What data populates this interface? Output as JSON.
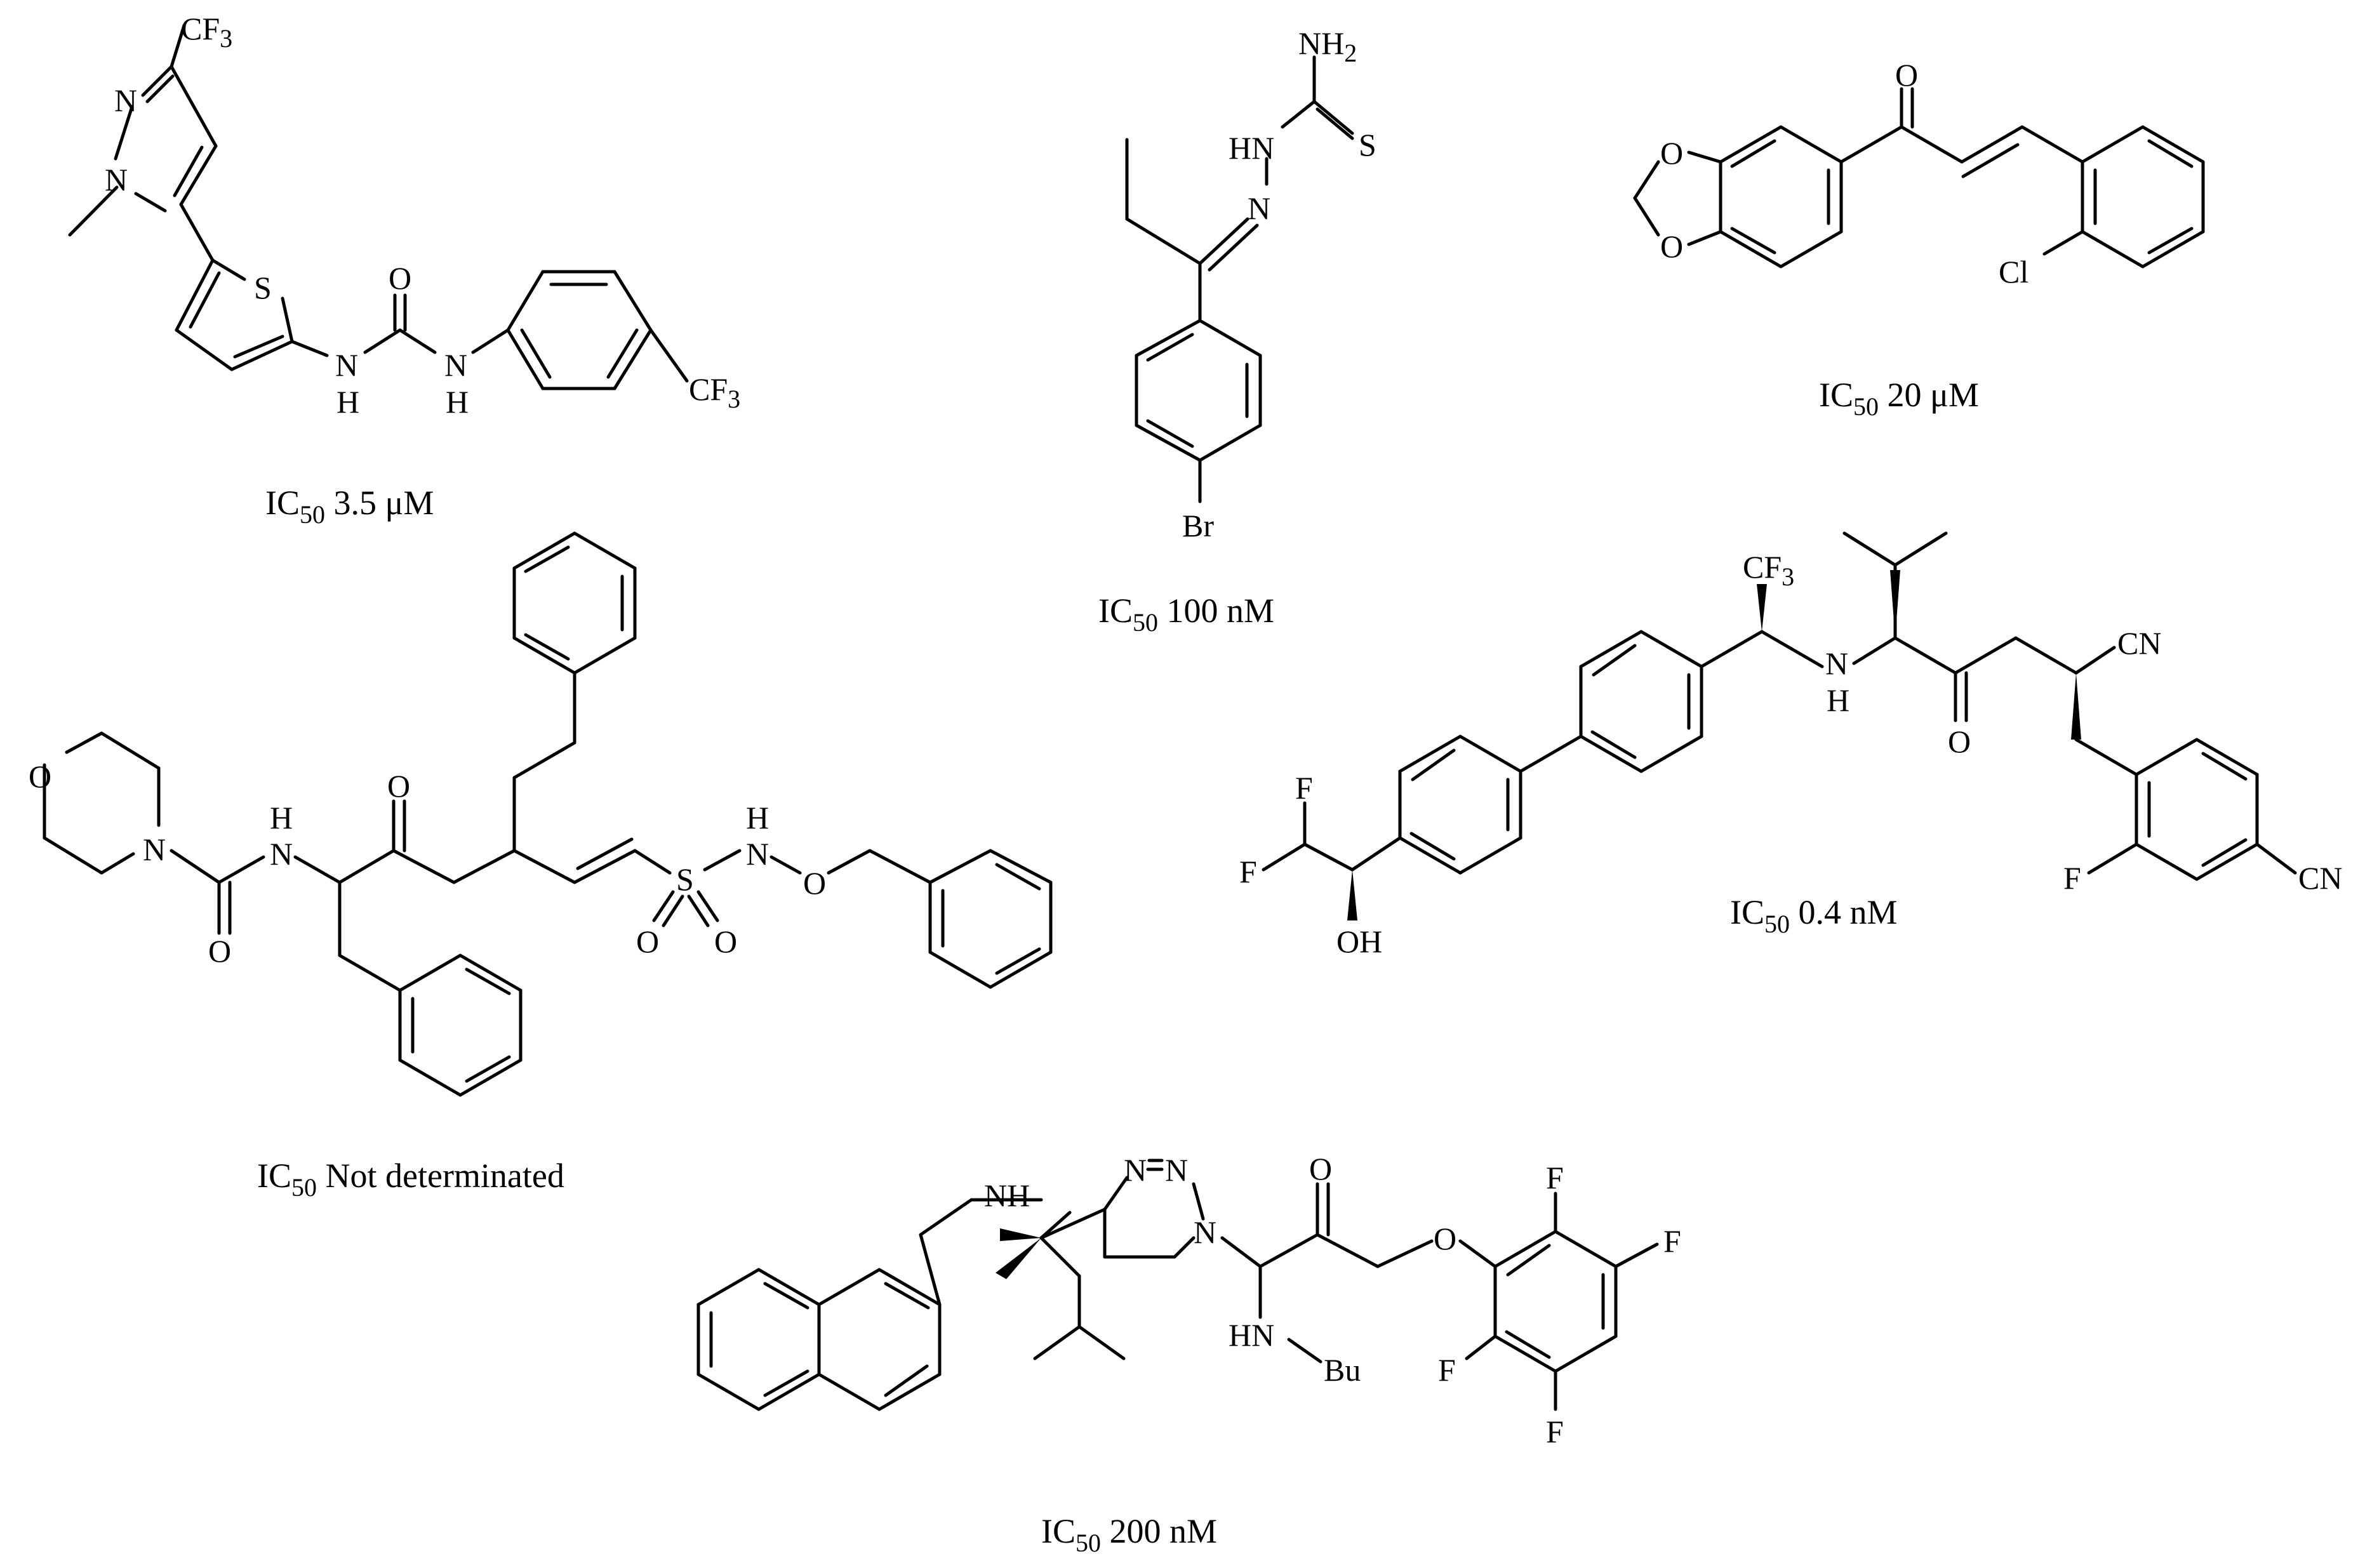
{
  "figure": {
    "compounds": [
      {
        "id": "c1",
        "ic50_prefix": "IC",
        "ic50_sub": "50",
        "ic50_value": " 3.5 μM",
        "atoms": {
          "cf3_top": "CF",
          "cf3_top_sub": "3",
          "n1": "N",
          "n2": "N",
          "s": "S",
          "o": "O",
          "nh1_n": "N",
          "nh1_h": "H",
          "nh2_n": "N",
          "nh2_h": "H",
          "cf3_right": "CF",
          "cf3_right_sub": "3"
        }
      },
      {
        "id": "c2",
        "ic50_prefix": "IC",
        "ic50_sub": "50",
        "ic50_value": " 100 nM",
        "atoms": {
          "nh2": "NH",
          "nh2_sub": "2",
          "hn": "HN",
          "n": "N",
          "s": "S",
          "br": "Br"
        }
      },
      {
        "id": "c3",
        "ic50_prefix": "IC",
        "ic50_sub": "50",
        "ic50_value": " 20 μM",
        "atoms": {
          "o_ketone": "O",
          "o_ring_top": "O",
          "o_ring_bottom": "O",
          "cl": "Cl"
        }
      },
      {
        "id": "c4",
        "ic50_prefix": "IC",
        "ic50_sub": "50",
        "ic50_value": " Not determinated",
        "atoms": {
          "o_morph": "O",
          "n_morph": "N",
          "o_urea": "O",
          "nh_h": "H",
          "nh_n": "N",
          "o_ketone": "O",
          "s": "S",
          "o_s1": "O",
          "o_s2": "O",
          "nh_h2": "H",
          "nh_n2": "N",
          "o_ether": "O"
        }
      },
      {
        "id": "c5",
        "ic50_prefix": "IC",
        "ic50_sub": "50",
        "ic50_value": " 0.4 nM",
        "atoms": {
          "cf3": "CF",
          "cf3_sub": "3",
          "nh_n": "N",
          "nh_h": "H",
          "o": "O",
          "cn1": "CN",
          "cn2": "CN",
          "f_ring": "F",
          "f1": "F",
          "f2": "F",
          "oh": "OH"
        }
      },
      {
        "id": "c6",
        "ic50_prefix": "IC",
        "ic50_sub": "50",
        "ic50_value": " 200 nM",
        "atoms": {
          "nh": "NH",
          "n1": "N",
          "n2": "N",
          "n3": "N",
          "o_ketone": "O",
          "o_ether": "O",
          "hn": "HN",
          "bu": "Bu",
          "f1": "F",
          "f2": "F",
          "f3": "F",
          "f4": "F"
        }
      }
    ]
  }
}
